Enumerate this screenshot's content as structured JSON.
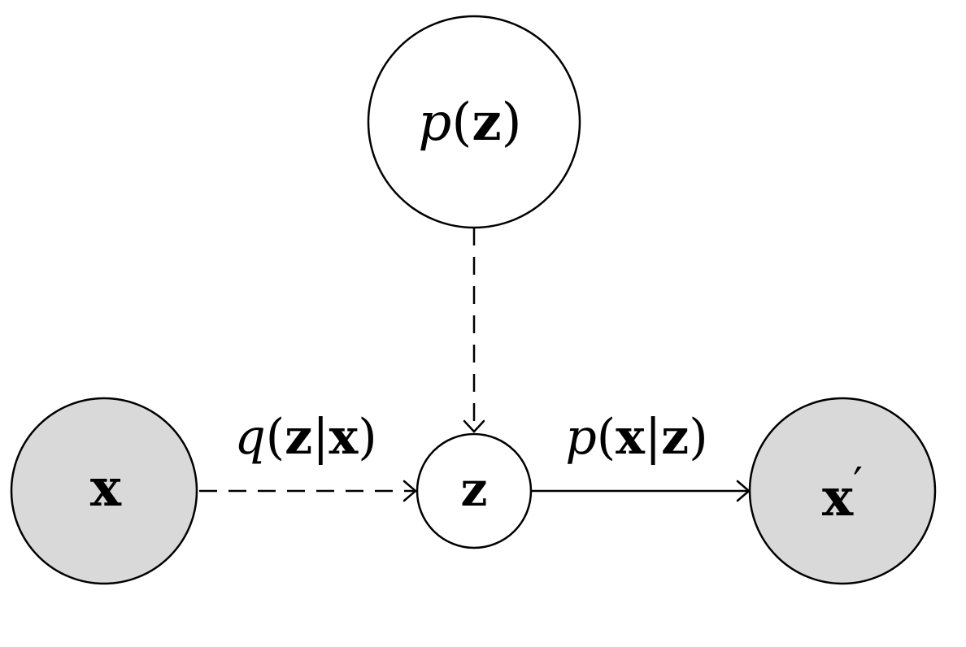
{
  "colors": {
    "observed_fill": "#d9d9d9",
    "latent_fill": "#ffffff",
    "stroke": "#000000"
  },
  "nodes": {
    "prior": {
      "fn": "p",
      "open": "(",
      "var": "z",
      "close": ")"
    },
    "input": {
      "var": "x"
    },
    "latent": {
      "var": "z"
    },
    "output": {
      "var": "x",
      "prime": "′"
    }
  },
  "edges": {
    "encoder": {
      "fn": "q",
      "open": "(",
      "a": "z",
      "bar": "|",
      "b": "x",
      "close": ")",
      "style": "dashed"
    },
    "decoder": {
      "fn": "p",
      "open": "(",
      "a": "x",
      "bar": "|",
      "b": "z",
      "close": ")",
      "style": "solid"
    },
    "prior_to_latent": {
      "style": "dashed"
    }
  }
}
